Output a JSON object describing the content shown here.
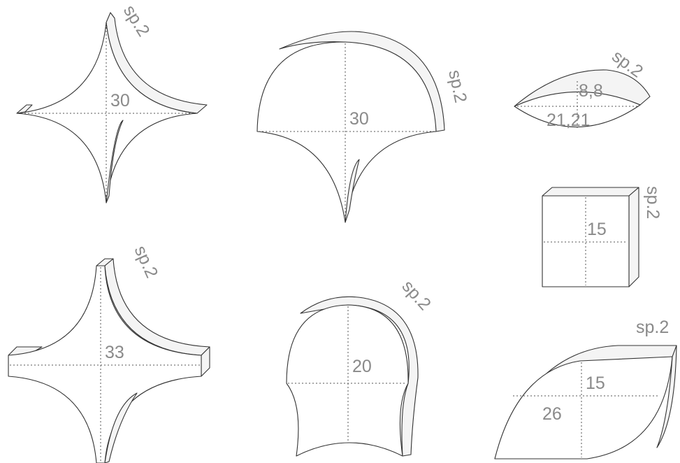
{
  "colors": {
    "label": "#8a8a8a",
    "line": "#333333",
    "background": "#ffffff"
  },
  "shapes": {
    "star4_30": {
      "size": "30",
      "thickness": "sp.2"
    },
    "fan_30": {
      "size": "30",
      "thickness": "sp.2"
    },
    "eye": {
      "height": "8,8",
      "width": "21,21",
      "thickness": "sp.2"
    },
    "square_15": {
      "size": "15",
      "thickness": "sp.2"
    },
    "star4_33": {
      "size": "33",
      "thickness": "sp.2"
    },
    "bell_20": {
      "size": "20",
      "thickness": "sp.2"
    },
    "leaf": {
      "height": "15",
      "width": "26",
      "thickness": "sp.2"
    }
  }
}
